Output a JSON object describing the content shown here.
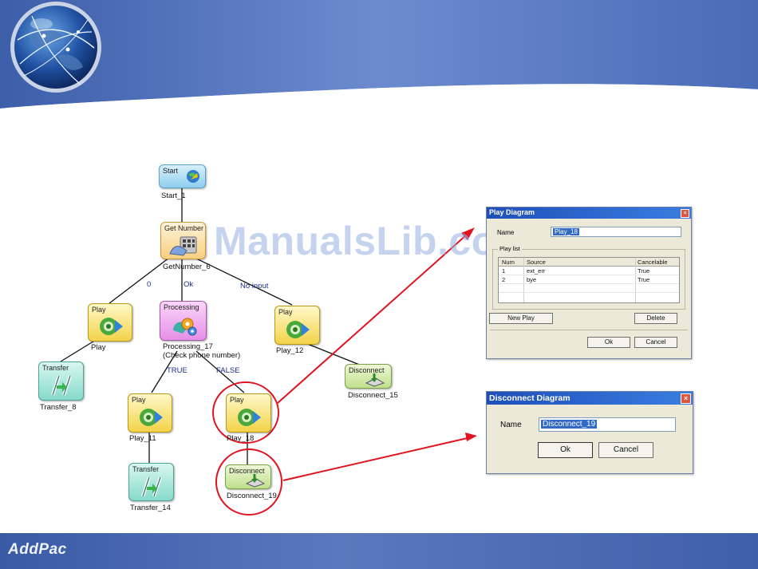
{
  "footer": {
    "brand": "AddPac"
  },
  "watermark": "ManualsLib.com",
  "nodes": {
    "start": {
      "title": "Start",
      "caption": "Start_1"
    },
    "get_number": {
      "title": "Get Number",
      "caption": "GetNumber_6"
    },
    "play_left": {
      "title": "Play",
      "caption": "Play"
    },
    "processing": {
      "title": "Processing",
      "caption_line1": "Processing_17",
      "caption_line2": "(Check phone number)"
    },
    "play_right": {
      "title": "Play",
      "caption": "Play_12"
    },
    "transfer_8": {
      "title": "Transfer",
      "caption": "Transfer_8"
    },
    "play_11": {
      "title": "Play",
      "caption": "Play_11"
    },
    "play_18": {
      "title": "Play",
      "caption": "Play_18"
    },
    "disconnect_15": {
      "title": "Disconnect",
      "caption": "Disconnect_15"
    },
    "transfer_14": {
      "title": "Transfer",
      "caption": "Transfer_14"
    },
    "disconnect_19": {
      "title": "Disconnect",
      "caption": "Disconnect_19"
    }
  },
  "edge_labels": {
    "zero": "0",
    "ok": "Ok",
    "no_input": "No input",
    "true": "TRUE",
    "false": "FALSE"
  },
  "play_dialog": {
    "title": "Play Diagram",
    "name_label": "Name",
    "name_value": "Play_18",
    "group_label": "Play list",
    "columns": [
      "Num",
      "Source",
      "Cancelable"
    ],
    "rows": [
      {
        "num": "1",
        "source": "ext_err",
        "cancelable": "True"
      },
      {
        "num": "2",
        "source": "bye",
        "cancelable": "True"
      }
    ],
    "new_play_button": "New Play",
    "delete_button": "Delete",
    "ok_button": "Ok",
    "cancel_button": "Cancel"
  },
  "disconnect_dialog": {
    "title": "Disconnect Diagram",
    "name_label": "Name",
    "name_value": "Disconnect_19",
    "ok_button": "Ok",
    "cancel_button": "Cancel"
  },
  "colors": {
    "header_blue": "#4d6fb8",
    "callout_red": "#e0141e",
    "edge_label_blue": "#1b2f8a"
  }
}
